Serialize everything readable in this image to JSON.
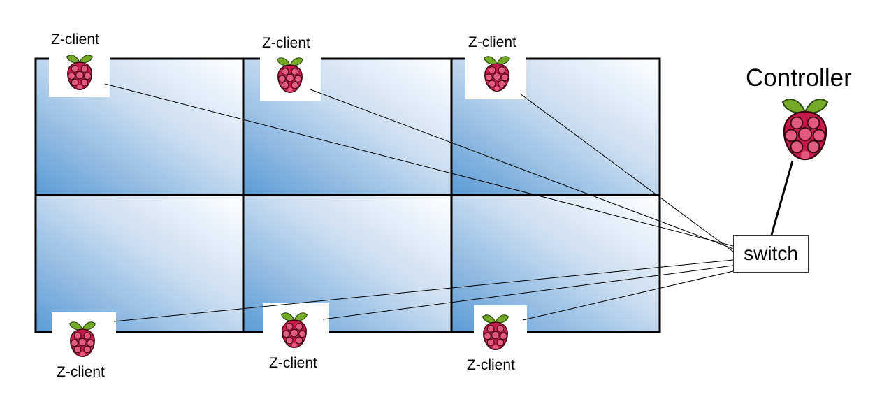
{
  "clients": [
    {
      "label": "Z-client"
    },
    {
      "label": "Z-client"
    },
    {
      "label": "Z-client"
    },
    {
      "label": "Z-client"
    },
    {
      "label": "Z-client"
    },
    {
      "label": "Z-client"
    }
  ],
  "controller": {
    "label": "Controller"
  },
  "switch": {
    "label": "switch"
  },
  "icons": {
    "client": "raspberry-pi-logo",
    "controller": "raspberry-pi-logo"
  },
  "colors": {
    "panel_dark": "#5b9bd5",
    "panel_light": "#ffffff",
    "berry": "#c51a4a",
    "leaf": "#75a928",
    "frame": "#000000"
  }
}
